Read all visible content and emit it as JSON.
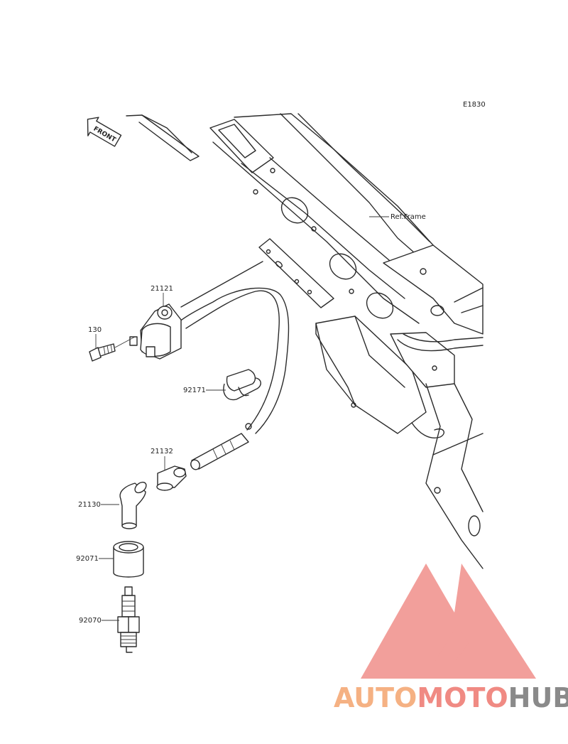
{
  "diagram_code": "E1830",
  "front_label": "FRONT",
  "ref_frame_label": "Ref.Frame",
  "parts": [
    {
      "number": "21121"
    },
    {
      "number": "130"
    },
    {
      "number": "92171"
    },
    {
      "number": "21132"
    },
    {
      "number": "21130"
    },
    {
      "number": "92071"
    },
    {
      "number": "92070"
    }
  ],
  "watermark": {
    "auto": "AUTO",
    "moto": "MOTO",
    "hub": "HUB",
    "colors": {
      "auto": "#f5b183",
      "moto": "#f08a83",
      "hub": "#8a8a8a",
      "logo": "#f08f8a"
    }
  }
}
